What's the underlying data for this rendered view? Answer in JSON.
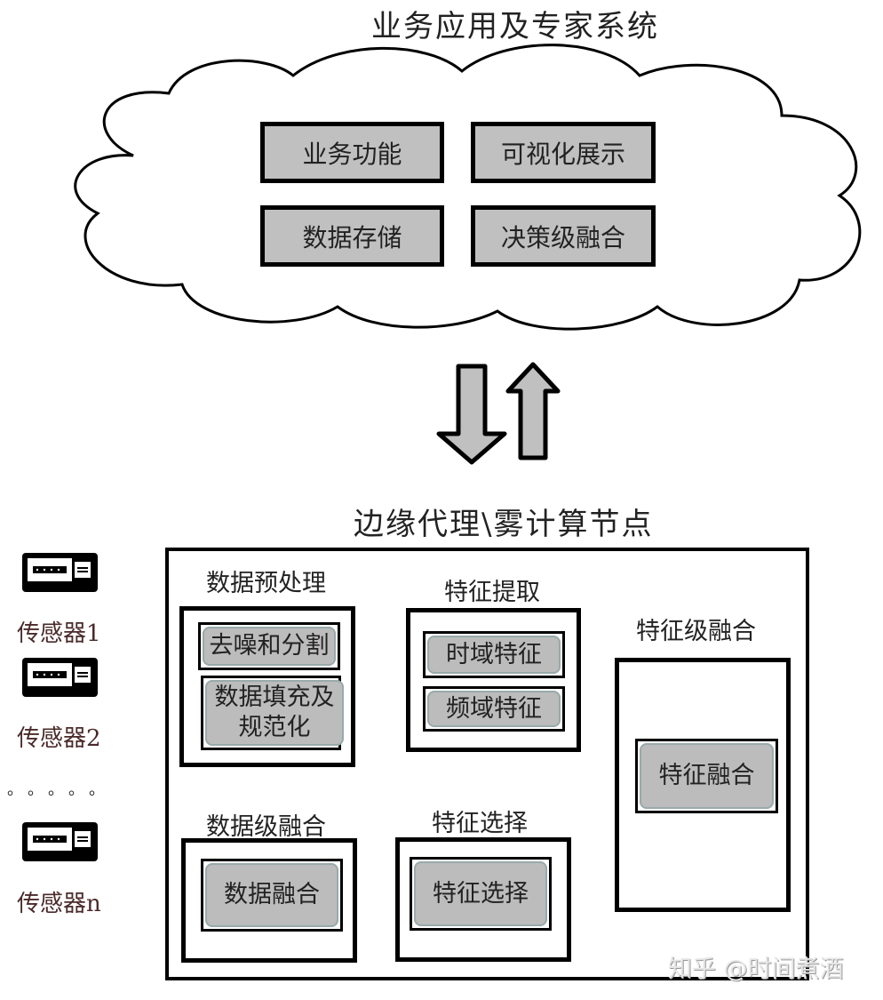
{
  "top": {
    "title": "业务应用及专家系统",
    "boxes": [
      "业务功能",
      "可视化展示",
      "数据存储",
      "决策级融合"
    ]
  },
  "edge": {
    "title": "边缘代理\\雾计算节点",
    "preprocess": {
      "label": "数据预处理",
      "items": [
        "去噪和分割",
        "数据填充及规范化"
      ]
    },
    "feature_extract": {
      "label": "特征提取",
      "items": [
        "时域特征",
        "频域特征"
      ]
    },
    "data_fusion": {
      "label": "数据级融合",
      "item": "数据融合"
    },
    "feature_select": {
      "label": "特征选择",
      "item": "特征选择"
    },
    "feature_fusion": {
      "label": "特征级融合",
      "item": "特征融合"
    }
  },
  "sensors": {
    "items": [
      "传感器1",
      "传感器2",
      "传感器n"
    ],
    "ellipsis": "。。。。。"
  },
  "watermark": "知乎 @时间煮酒",
  "colors": {
    "box_fill": "#c0c0c0",
    "arrow_fill": "#c0c0c0",
    "stroke": "#000000"
  }
}
